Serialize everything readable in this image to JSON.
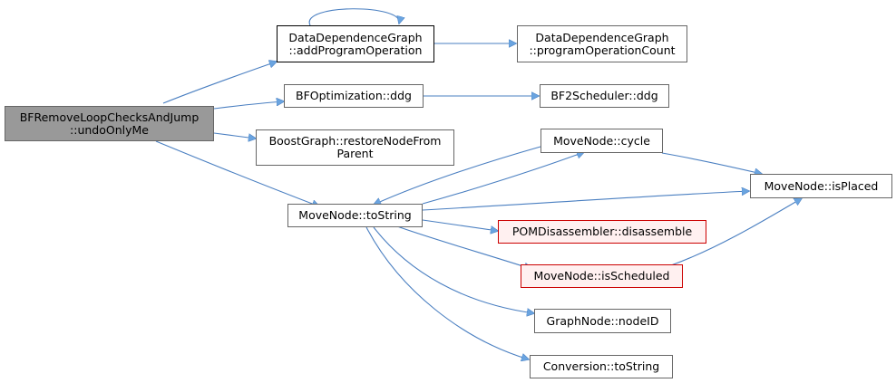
{
  "nodes": {
    "root": {
      "line1": "BFRemoveLoopChecksAndJump",
      "line2": "::undoOnlyMe"
    },
    "addProgramOperation": {
      "line1": "DataDependenceGraph",
      "line2": "::addProgramOperation"
    },
    "programOperationCount": {
      "line1": "DataDependenceGraph",
      "line2": "::programOperationCount"
    },
    "bfoptDdg": {
      "line1": "BFOptimization::ddg"
    },
    "bf2Ddg": {
      "line1": "BF2Scheduler::ddg"
    },
    "restoreNode": {
      "line1": "BoostGraph::restoreNodeFrom",
      "line2": "Parent"
    },
    "cycle": {
      "line1": "MoveNode::cycle"
    },
    "isPlaced": {
      "line1": "MoveNode::isPlaced"
    },
    "toString": {
      "line1": "MoveNode::toString"
    },
    "disassemble": {
      "line1": "POMDisassembler::disassemble"
    },
    "isScheduled": {
      "line1": "MoveNode::isScheduled"
    },
    "nodeID": {
      "line1": "GraphNode::nodeID"
    },
    "convToString": {
      "line1": "Conversion::toString"
    }
  },
  "colors": {
    "edge": "#4a7fc1",
    "arrowhead": "#6aa4e0",
    "root_fill": "#999999",
    "highlight_border": "#cc0000"
  }
}
